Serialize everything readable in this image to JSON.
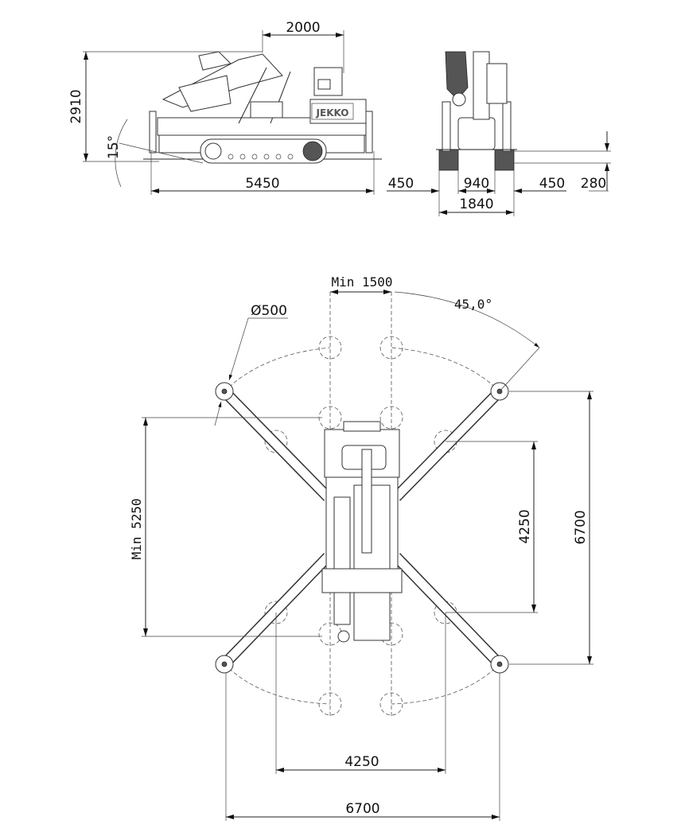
{
  "side_view": {
    "height_label": "2910",
    "angle_label": "15°",
    "length_label": "5450",
    "boom_offset_label": "2000",
    "brand_logo": "JEKKO"
  },
  "front_view": {
    "track_left_label": "450",
    "track_gap_label": "940",
    "track_right_label": "450",
    "clearance_label": "280",
    "width_label": "1840"
  },
  "top_view": {
    "min_spacing_label": "Min 1500",
    "angle_label": "45,0°",
    "pad_diameter_label": "Ø500",
    "min_length_label": "Min 5250",
    "inner_height_label": "4250",
    "outer_height_label": "6700",
    "inner_width_label": "4250",
    "outer_width_label": "6700"
  }
}
